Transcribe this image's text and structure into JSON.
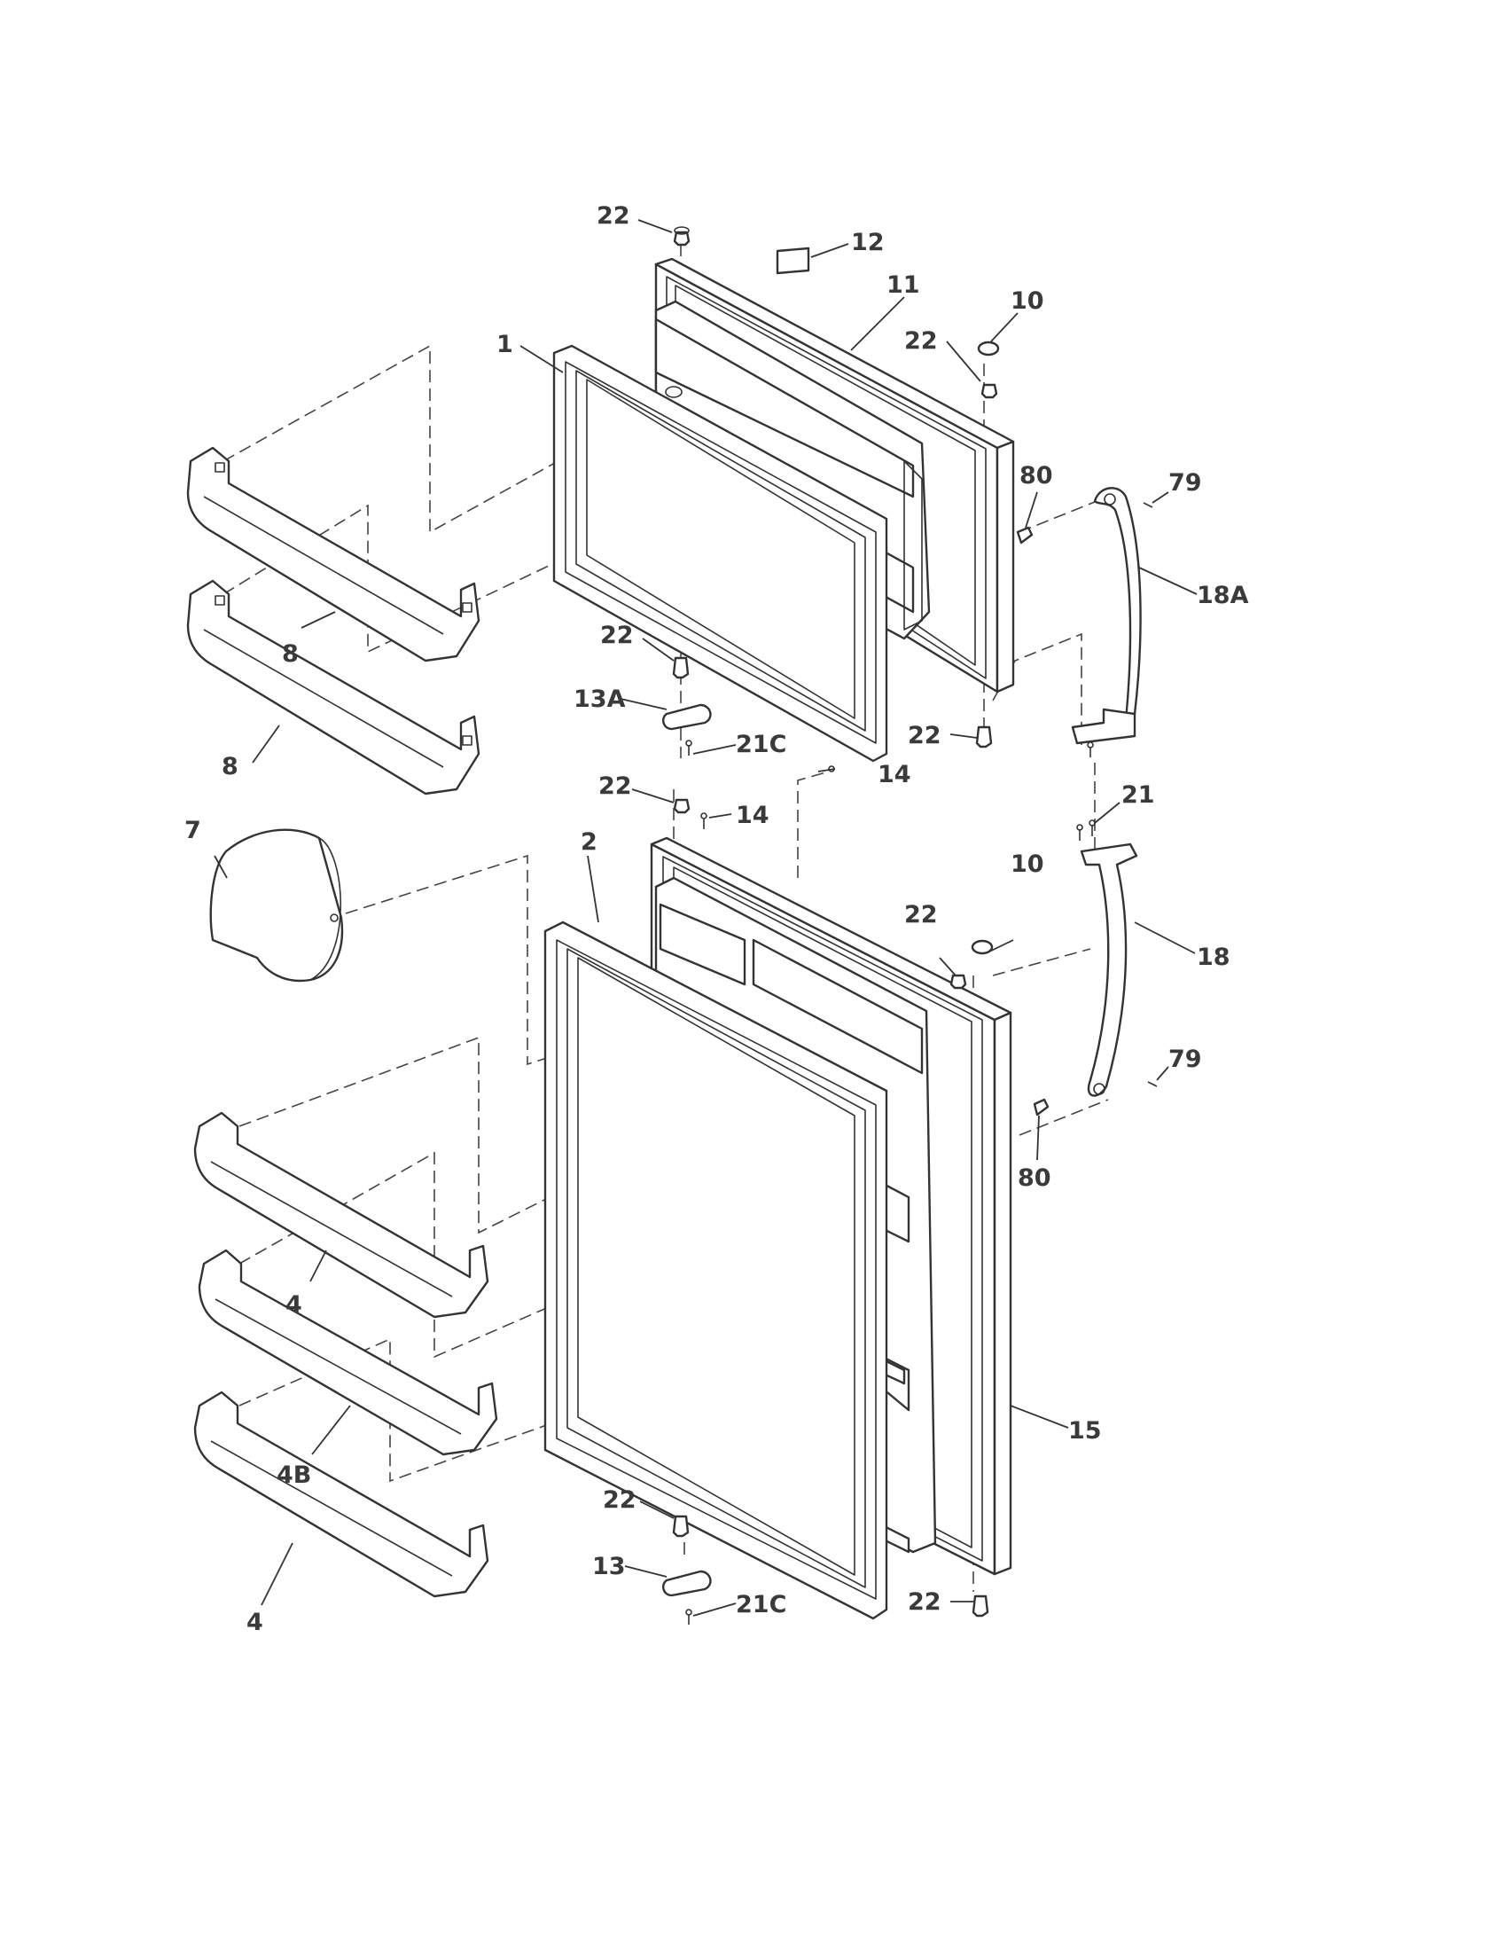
{
  "callouts": {
    "c22a": "22",
    "c12": "12",
    "c11": "11",
    "c10a": "10",
    "c22b": "22",
    "c1": "1",
    "c80a": "80",
    "c79a": "79",
    "c18A": "18A",
    "c8a": "8",
    "c22c": "22",
    "c13A": "13A",
    "c8b": "8",
    "c21Ca": "21C",
    "c22d": "22",
    "c14a": "14",
    "c22e": "22",
    "c14b": "14",
    "c21": "21",
    "c7": "7",
    "c2": "2",
    "c10b": "10",
    "c22f": "22",
    "c18": "18",
    "c79b": "79",
    "c80b": "80",
    "c4a": "4",
    "c4B": "4B",
    "c15": "15",
    "c22g": "22",
    "c13": "13",
    "c21Cb": "21C",
    "c22h": "22",
    "c4b": "4"
  }
}
